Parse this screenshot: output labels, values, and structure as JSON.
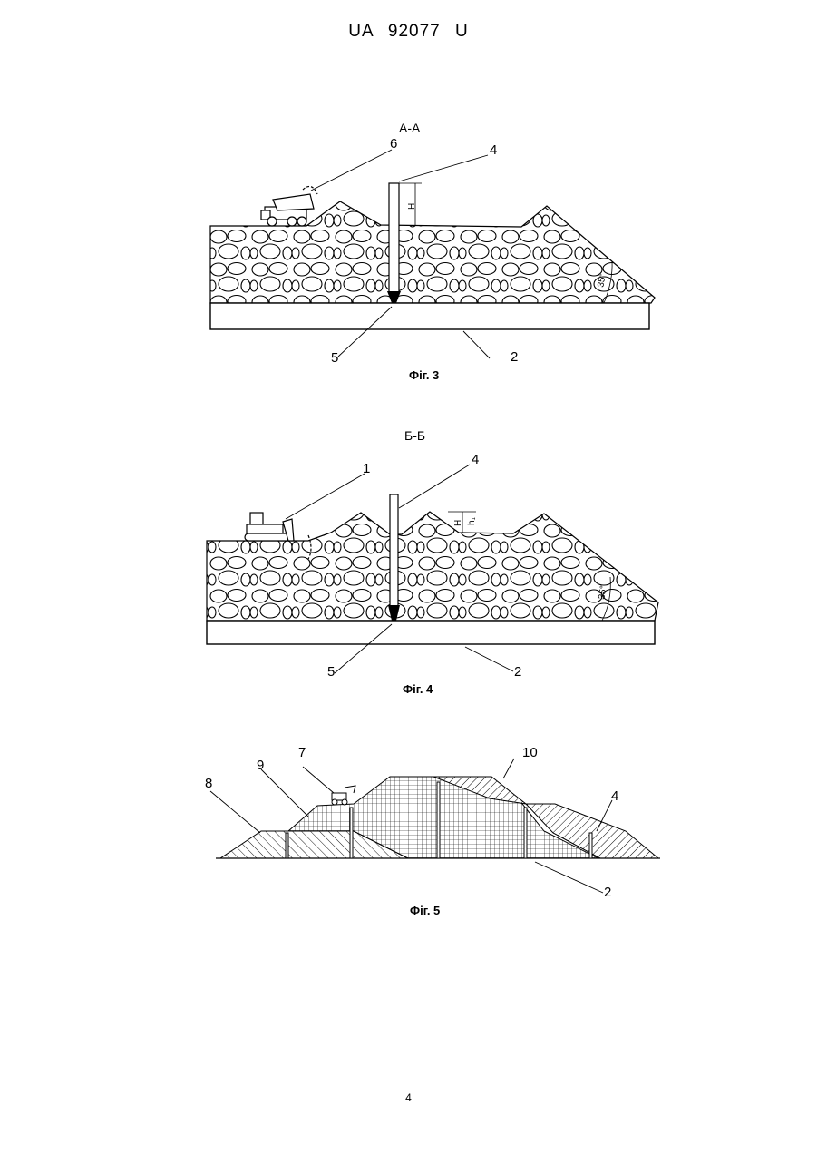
{
  "header": {
    "title": "UA  92077  U"
  },
  "page_number": "4",
  "fig3": {
    "section": "А-А",
    "caption": "Фіг. 3",
    "callouts": [
      "6",
      "4",
      "5",
      "2"
    ],
    "dim_h": "H",
    "angle": "35°"
  },
  "fig4": {
    "section": "Б-Б",
    "caption": "Фіг. 4",
    "callouts": [
      "1",
      "4",
      "5",
      "2"
    ],
    "dim_h": "H",
    "dim_h1": "h₁",
    "angle": "35°"
  },
  "fig5": {
    "caption": "Фіг. 5",
    "callouts": [
      "7",
      "10",
      "9",
      "8",
      "4",
      "2"
    ]
  }
}
